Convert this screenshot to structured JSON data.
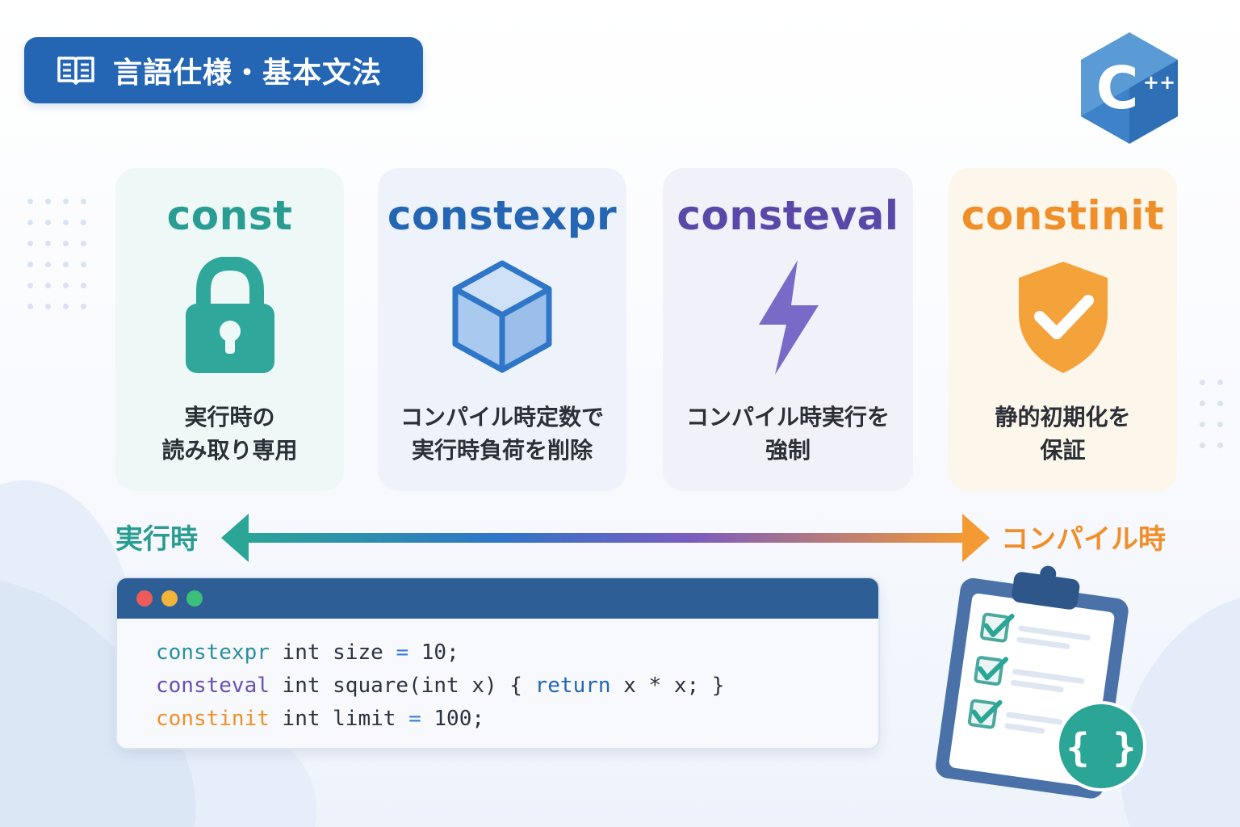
{
  "header": {
    "section_label": "言語仕様・基本文法",
    "book_icon": "open-book-icon"
  },
  "logo": {
    "icon": "cpp-logo-icon",
    "mark_text": "C",
    "plus_text": "++"
  },
  "cards": [
    {
      "keyword": "const",
      "icon": "lock-icon",
      "color": "#2a9d92",
      "description": "実行時の\n読み取り専用"
    },
    {
      "keyword": "constexpr",
      "icon": "cube-icon",
      "color": "#2466b4",
      "description": "コンパイル時定数で\n実行時負荷を削除"
    },
    {
      "keyword": "consteval",
      "icon": "lightning-icon",
      "color": "#5a48a8",
      "description": "コンパイル時実行を\n強制"
    },
    {
      "keyword": "constinit",
      "icon": "shield-check-icon",
      "color": "#ef8f2a",
      "description": "静的初期化を\n保証"
    }
  ],
  "axis": {
    "left_label": "実行時",
    "right_label": "コンパイル時",
    "left_color": "#2a9d92",
    "right_color": "#ef8f2a"
  },
  "code": {
    "window_dots": [
      "#ee5b5b",
      "#f2b53a",
      "#3cbf7a"
    ],
    "lines": [
      {
        "kw": "constexpr",
        "rest": " int size ",
        "op": "=",
        "tail": " 10;"
      },
      {
        "kw": "consteval",
        "rest": " int square(int x) { ",
        "ret": "return",
        "tail": " x * x; }"
      },
      {
        "kw": "constinit",
        "rest": " int limit ",
        "op": "=",
        "tail": " 100;"
      }
    ]
  },
  "clipboard": {
    "icon": "checklist-clipboard-icon",
    "badge_text": "{ }"
  }
}
